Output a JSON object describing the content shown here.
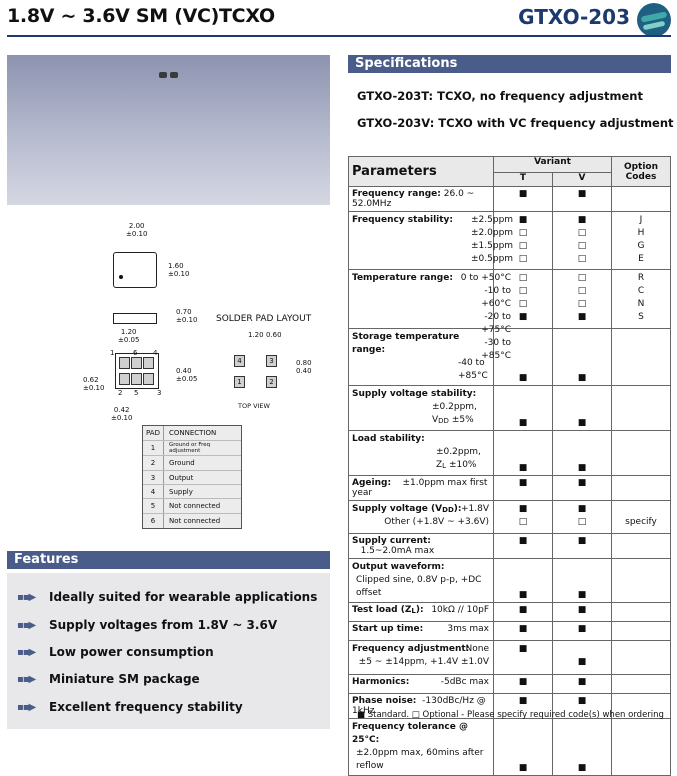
{
  "header": {
    "title": "1.8V ~ 3.6V SM (VC)TCXO",
    "product": "GTXO-203"
  },
  "drawing": {
    "top_w": "2.00",
    "top_w_tol": "±0.10",
    "top_h": "1.60",
    "top_h_tol": "±0.10",
    "side_h": "0.70",
    "side_h_tol": "±0.10",
    "bot_pitch": "1.20",
    "bot_pitch_tol": "±0.05",
    "bot_pad": "0.40",
    "bot_pad_tol": "±0.05",
    "bot_left": "0.62",
    "bot_left_tol": "±0.10",
    "bot_bottom": "0.42",
    "bot_bottom_tol": "±0.10",
    "solder_title": "SOLDER PAD LAYOUT",
    "solder_a": "1.20",
    "solder_b": "0.60",
    "solder_c": "0.80",
    "solder_d": "0.40",
    "top_view": "TOP VIEW",
    "pads": [
      "1",
      "2",
      "3",
      "4",
      "5",
      "6"
    ]
  },
  "pad_table": {
    "h_pad": "PAD",
    "h_conn": "CONNECTION",
    "rows": [
      [
        "1",
        "Ground or Freq adjustment"
      ],
      [
        "2",
        "Ground"
      ],
      [
        "3",
        "Output"
      ],
      [
        "4",
        "Supply"
      ],
      [
        "5",
        "Not connected"
      ],
      [
        "6",
        "Not connected"
      ]
    ]
  },
  "features": {
    "title": "Features",
    "items": [
      "Ideally suited for wearable applications",
      "Supply voltages from 1.8V ~ 3.6V",
      "Low power consumption",
      "Miniature SM package",
      "Excellent frequency stability"
    ]
  },
  "specs": {
    "title": "Specifications",
    "l1": "GTXO-203T:  TCXO, no frequency adjustment",
    "l2": "GTXO-203V: TCXO with VC frequency adjustment"
  },
  "params": {
    "h_params": "Parameters",
    "h_variant": "Variant",
    "h_t": "T",
    "h_v": "V",
    "h_opt": "Option Codes",
    "fr_l": "Frequency range:",
    "fr_v": "26.0 ~ 52.0MHz",
    "fs_l": "Frequency stability:",
    "fs": [
      "±2.5ppm",
      "±2.0ppm",
      "±1.5ppm",
      "±0.5ppm"
    ],
    "fs_c": [
      "J",
      "H",
      "G",
      "E"
    ],
    "tr_l": "Temperature range:",
    "tr": [
      "0 to +50°C",
      "-10 to +60°C",
      "-20 to +75°C",
      "-30 to +85°C"
    ],
    "tr_c": [
      "R",
      "C",
      "N",
      "S"
    ],
    "st_l": "Storage temperature range:",
    "st_v": "-40 to +85°C",
    "sv_l": "Supply voltage stability:",
    "sv_v": "±0.2ppm, V",
    "sv_s": "DD",
    "sv_e": " ±5%",
    "ls_l": "Load stability:",
    "ls_v": "±0.2ppm, Z",
    "ls_s": "L",
    "ls_e": " ±10%",
    "ag_l": "Ageing:",
    "ag_v": "±1.0ppm max first year",
    "su_l": "Supply voltage (V",
    "su_s": "DD",
    "su_e": "):",
    "su_v1": "+1.8V",
    "su_v2": "Other (+1.8V ~ +3.6V)",
    "su_c": "specify",
    "sc_l": "Supply current:",
    "sc_v": "1.5~2.0mA max",
    "ow_l": "Output waveform:",
    "ow_v": "Clipped sine, 0.8V p-p, +DC offset",
    "tl_l": "Test load (Z",
    "tl_s": "L",
    "tl_e": "):",
    "tl_v": "10kΩ // 10pF",
    "su2_l": "Start up time:",
    "su2_v": "3ms max",
    "fa_l": "Frequency adjustment:",
    "fa_v1": "None",
    "fa_v2": "±5 ~ ±14ppm, +1.4V ±1.0V",
    "hm_l": "Harmonics:",
    "hm_v": "-5dBc max",
    "pn_l": "Phase noise:",
    "pn_v": "-130dBc/Hz @ 1kHz",
    "ft_l": "Frequency tolerance @ 25°C:",
    "ft_v": "±2.0ppm max, 60mins after reflow"
  },
  "footnote": "■ Standard.  □ Optional - Please specify required code(s) when ordering",
  "colors": {
    "brand": "#1c3a6e",
    "section": "#4a5c89"
  }
}
